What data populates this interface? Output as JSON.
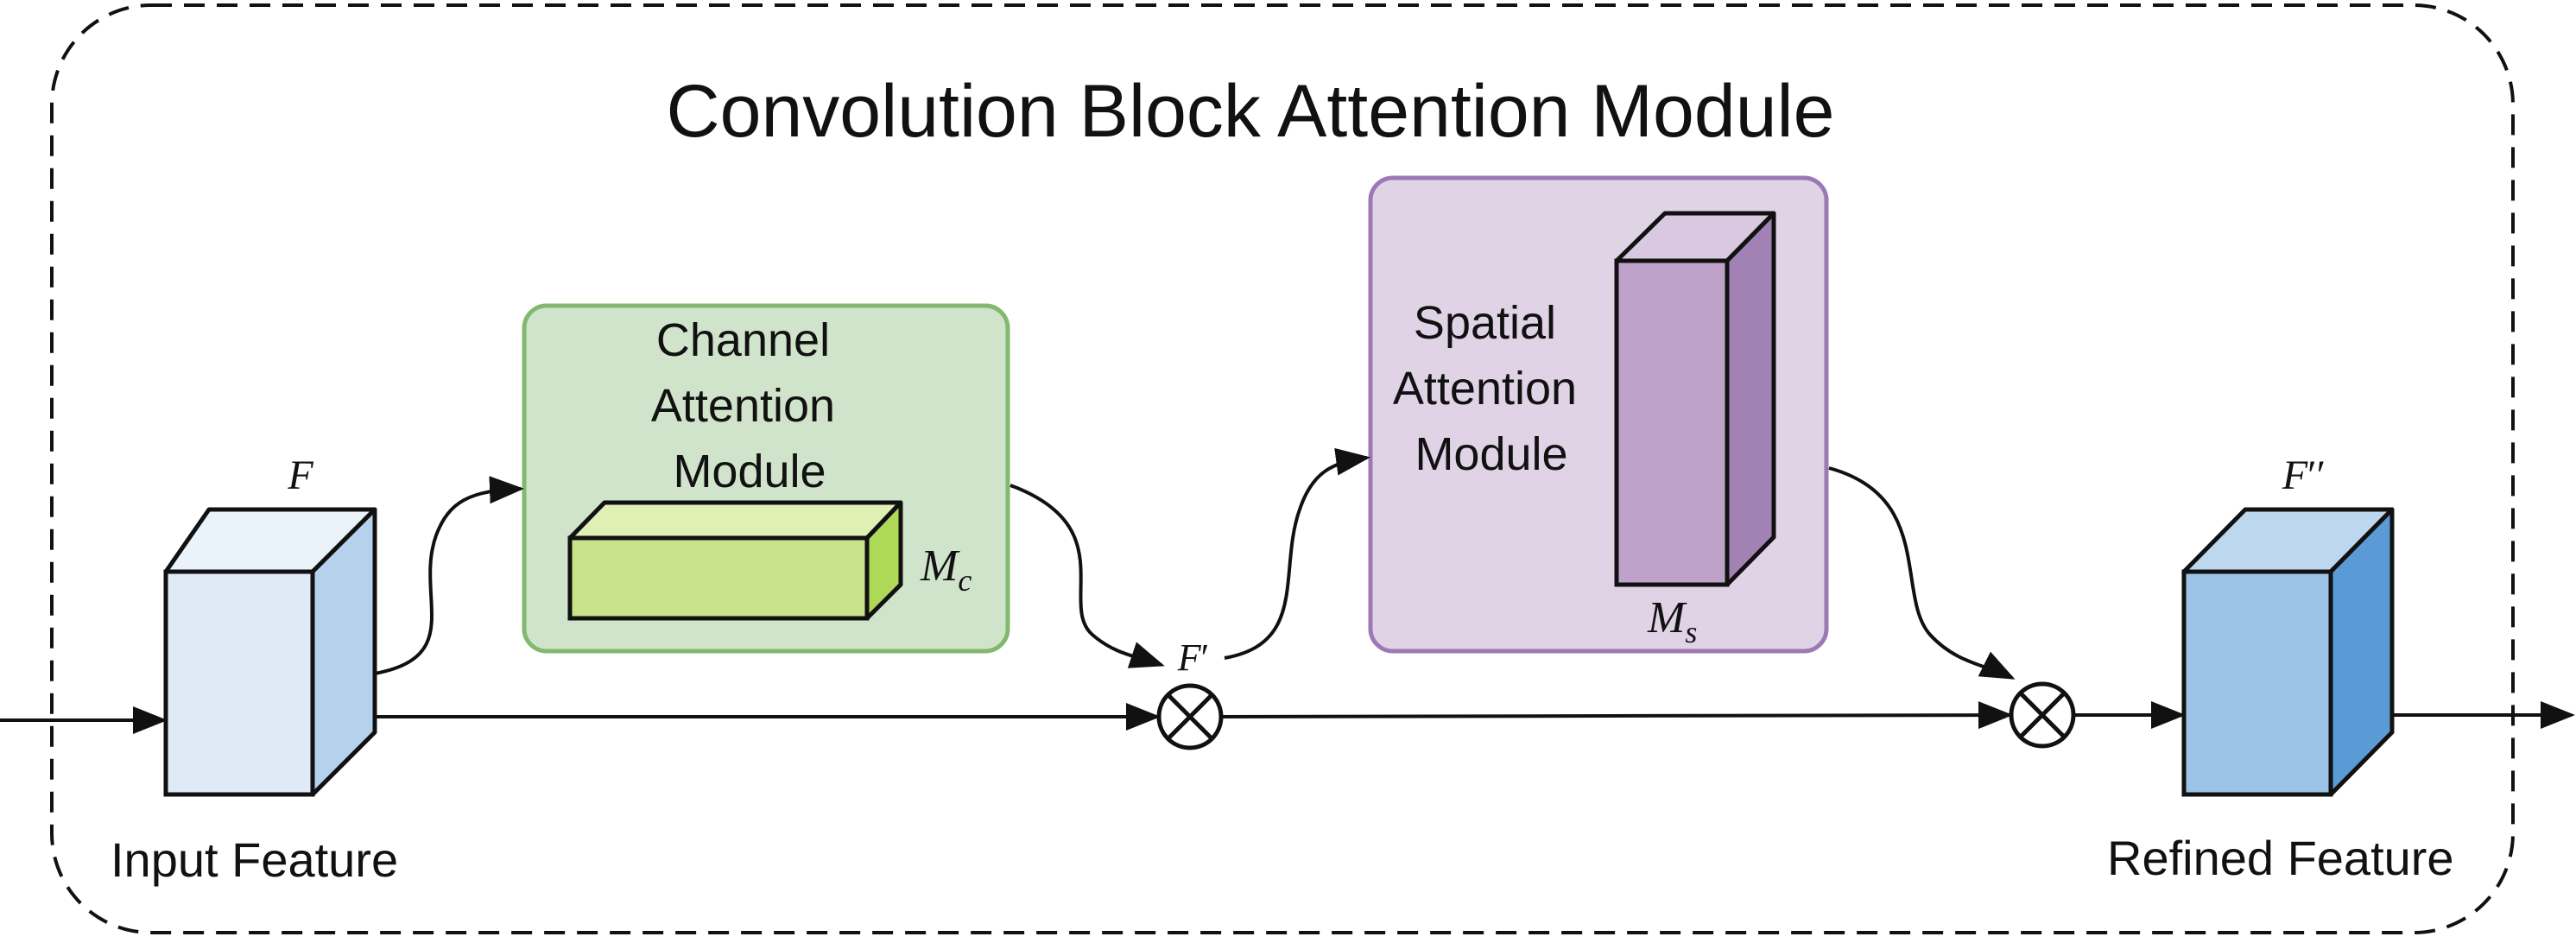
{
  "title": "Convolution Block Attention Module",
  "input_feature": {
    "label": "Input Feature",
    "symbol_main": "F",
    "colors": {
      "front": "#DEEAF6",
      "top": "#EAF2FA",
      "side": "#B5D2EC"
    }
  },
  "channel_module": {
    "lines": [
      "Channel",
      "Attention",
      "Module"
    ],
    "symbol_main": "M",
    "symbol_sub": "c",
    "colors": {
      "fill": "#D0E4CC",
      "border": "#82B96F",
      "front": "#C7E38C",
      "top": "#DFF0B5",
      "side": "#AED957"
    }
  },
  "intermediate": {
    "symbol_main": "F",
    "prime": "′"
  },
  "spatial_module": {
    "lines": [
      "Spatial",
      "Attention",
      "Module"
    ],
    "symbol_main": "M",
    "symbol_sub": "s",
    "colors": {
      "fill": "#E0D3E6",
      "border": "#9C79B5",
      "front": "#BEA2CA",
      "top": "#D8C9E1",
      "side": "#A282B5"
    }
  },
  "refined_feature": {
    "label": "Refined Feature",
    "symbol_main": "F",
    "prime": "′′",
    "colors": {
      "front": "#9DC3E6",
      "top": "#BDD7EE",
      "side": "#5B9BD5"
    }
  },
  "multiply_symbol": "⊗"
}
